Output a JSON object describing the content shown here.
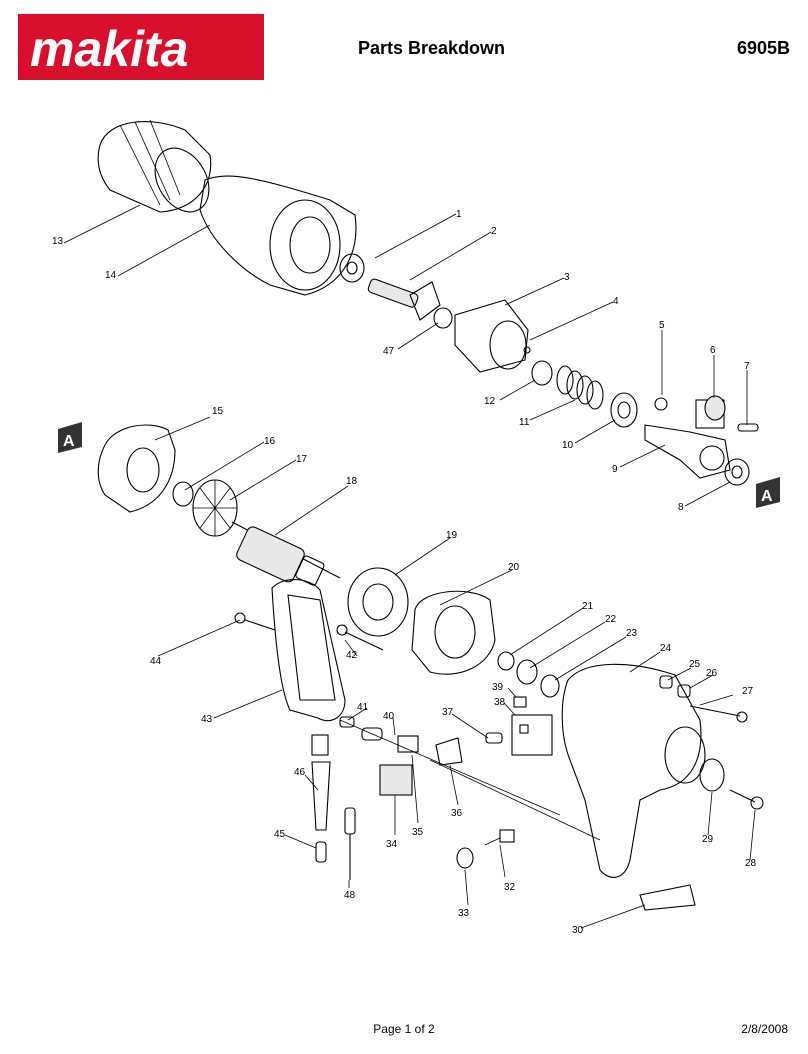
{
  "header": {
    "brand": "makita",
    "brand_color": "#d8102e",
    "title": "Parts Breakdown",
    "model": "6905B"
  },
  "footer": {
    "page": "Page 1 of 2",
    "date": "2/8/2008"
  },
  "diagram": {
    "ref_marker": "A",
    "labels": [
      "1",
      "2",
      "3",
      "4",
      "5",
      "6",
      "7",
      "8",
      "9",
      "10",
      "11",
      "12",
      "13",
      "14",
      "15",
      "16",
      "17",
      "18",
      "19",
      "20",
      "21",
      "22",
      "23",
      "24",
      "25",
      "26",
      "27",
      "28",
      "29",
      "30",
      "32",
      "33",
      "34",
      "35",
      "36",
      "37",
      "38",
      "39",
      "40",
      "41",
      "42",
      "43",
      "44",
      "45",
      "46",
      "47",
      "48"
    ]
  }
}
